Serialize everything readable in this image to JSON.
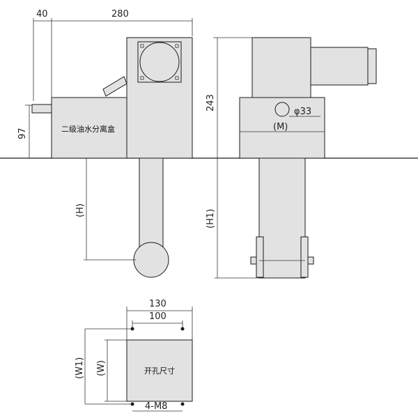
{
  "front_view": {
    "dim_top_left": "40",
    "dim_top_width": "280",
    "dim_height_97": "97",
    "dim_H": "(H)",
    "box_label": "二级油水分离盒"
  },
  "side_view": {
    "dim_243": "243",
    "hole_label": "φ33",
    "dim_M": "(M)",
    "dim_H1": "(H1)"
  },
  "cutout_view": {
    "dim_130": "130",
    "dim_100": "100",
    "dim_W1": "(W1)",
    "dim_W": "(W)",
    "label": "开孔尺寸",
    "bolt_label": "4-M8"
  },
  "colors": {
    "fill": "#e2e2e2",
    "line": "#1a1a1a",
    "thin": "#333333"
  }
}
